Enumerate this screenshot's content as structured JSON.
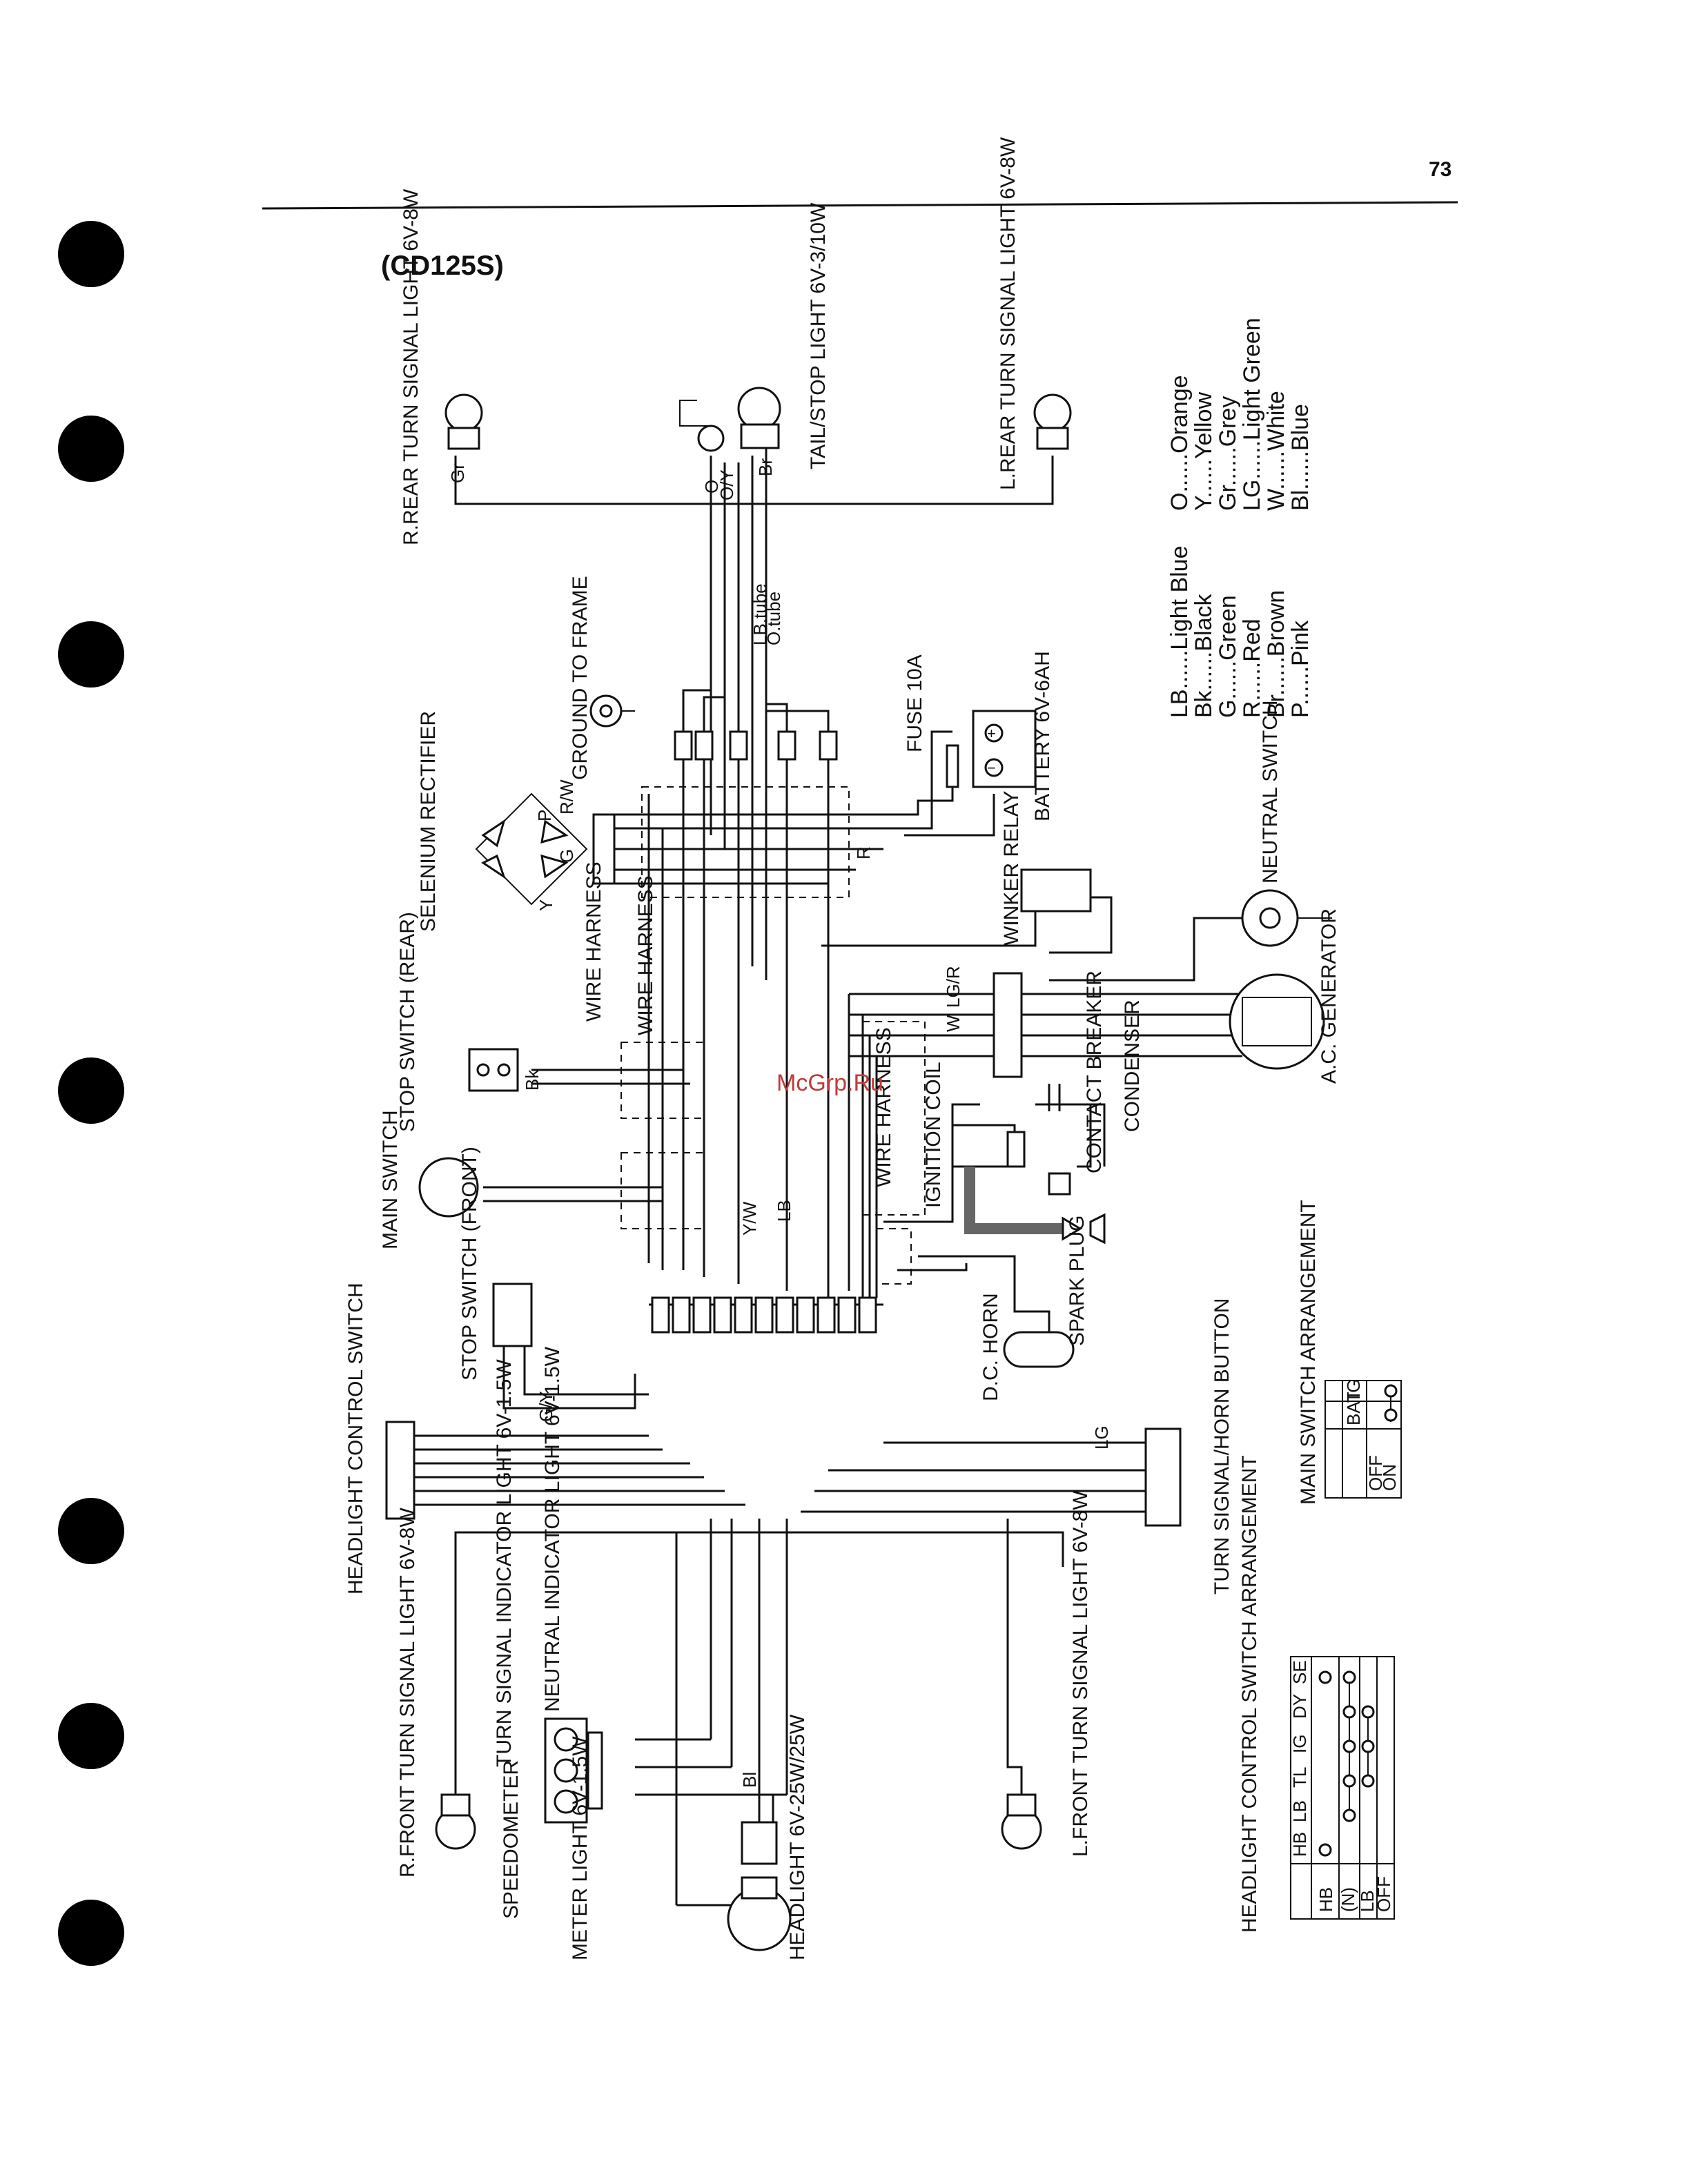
{
  "page_number": "73",
  "model": "(CD125S)",
  "watermark": "McGrp.Ru",
  "components": {
    "r_rear_turn": "R.REAR TURN SIGNAL LIGHT 6V-8W",
    "tail_stop": "TAIL/STOP LIGHT 6V-3/10W",
    "l_rear_turn": "L.REAR TURN SIGNAL LIGHT 6V-8W",
    "ground_frame": "GROUND TO FRAME",
    "selenium": "SELENIUM RECTIFIER",
    "fuse": "FUSE 10A",
    "battery": "BATTERY 6V-6AH",
    "wire_harness_1": "WIRE HARNESS",
    "wire_harness_2": "WIRE HARNESS",
    "wire_harness_3": "WIRE HARNESS",
    "winker_relay": "WINKER RELAY",
    "neutral_switch": "NEUTRAL SWITCH",
    "ac_generator": "A.C. GENERATOR",
    "stop_rear": "STOP SWITCH (REAR)",
    "condenser": "CONDENSER",
    "contact_breaker": "CONTACT BREAKER",
    "ignition_coil": "IGNITION COIL",
    "main_switch": "MAIN SWITCH",
    "spark_plug": "SPARK PLUG",
    "stop_front": "STOP SWITCH (FRONT)",
    "dc_horn": "D.C. HORN",
    "headlight_ctrl": "HEADLIGHT CONTROL SWITCH",
    "turn_horn_btn": "TURN SIGNAL/HORN BUTTON",
    "turn_indicator": "TURN SIGNAL INDICATOR LIGHT 6V-1.5W",
    "neutral_indicator": "NEUTRAL INDICATOR LIGHT 6V-1.5W",
    "r_front_turn": "R.FRONT TURN SIGNAL LIGHT 6V-8W",
    "l_front_turn": "L.FRONT TURN SIGNAL LIGHT 6V-8W",
    "speedometer": "SPEEDOMETER",
    "meter_light": "METER LIGHT 6V-1.5W",
    "headlight": "HEADLIGHT 6V-25W/25W"
  },
  "legend_left": [
    "LB......Light Blue",
    "Bk......Black",
    "G......Green",
    "R......Red",
    "Br......Brown",
    "P......Pink"
  ],
  "legend_right": [
    "O......Orange",
    "Y......Yellow",
    "Gr......Grey",
    "LG......Light Green",
    "W......White",
    "Bl......Blue"
  ],
  "main_switch_table": {
    "title": "MAIN SWITCH ARRANGEMENT",
    "headers": [
      "BAT",
      "IG"
    ],
    "rows": [
      "OFF",
      "ON"
    ]
  },
  "headlight_switch_table": {
    "title": "HEADLIGHT CONTROL SWITCH ARRANGEMENT",
    "headers": [
      "HB",
      "LB",
      "TL",
      "IG",
      "DY",
      "SE"
    ],
    "rows": [
      "HB",
      "(N)",
      "LB",
      "OFF"
    ]
  },
  "wire_codes": [
    "Gr",
    "O",
    "O/Y",
    "Br",
    "LB.tube",
    "O.tube",
    "R/W",
    "P",
    "Y",
    "G",
    "R",
    "Bk",
    "LG/R",
    "W",
    "Bl",
    "Y/W",
    "LB",
    "LG",
    "G/Y"
  ]
}
